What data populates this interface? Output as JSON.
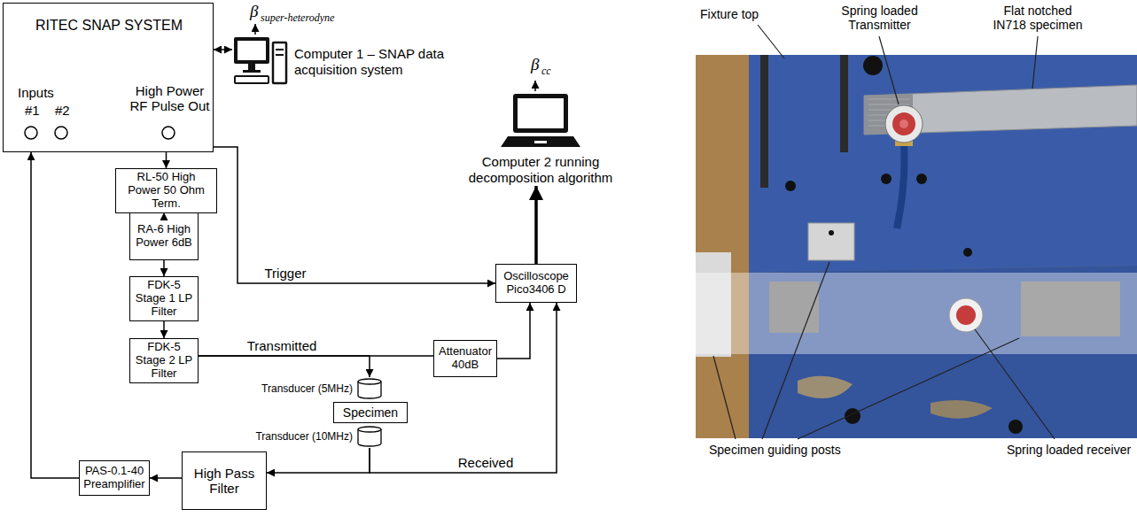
{
  "diagram": {
    "nodes": [
      {
        "text": [
          "RITEC SNAP SYSTEM",
          "Inputs",
          "#1",
          "#2",
          "High Power RF Pulse Out"
        ]
      },
      {
        "text": [
          "Computer 1 – SNAP data acquisition system"
        ]
      },
      {
        "text": [
          "RL-50 High Power 50 Ohm Term."
        ]
      },
      {
        "text": [
          "RA-6 High Power 6dB"
        ]
      },
      {
        "text": [
          "FDK-5 Stage 1 LP Filter"
        ]
      },
      {
        "text": [
          "FDK-5 Stage 2 LP Filter"
        ]
      },
      {
        "text": [
          "Computer 2 running decomposition algorithm"
        ]
      },
      {
        "text": [
          "Oscilloscope Pico3406 D"
        ]
      },
      {
        "text": [
          "Attenuator 40dB"
        ]
      },
      {
        "text": [
          "Transducer (5MHz)"
        ]
      },
      {
        "text": [
          "Specimen"
        ]
      },
      {
        "text": [
          "Transducer (10MHz)"
        ]
      },
      {
        "text": [
          "High Pass Filter"
        ]
      },
      {
        "text": [
          "PAS-0.1-40 Preamplifier"
        ]
      }
    ],
    "edges": [
      {
        "from": 0,
        "to": 1,
        "arrow": "both"
      },
      {
        "from": 0,
        "to": 2,
        "arrow": "to"
      },
      {
        "from": 2,
        "to": 3,
        "arrow": "to"
      },
      {
        "from": 3,
        "to": 4,
        "arrow": "to"
      },
      {
        "from": 4,
        "to": 5,
        "arrow": "to"
      },
      {
        "from": 0,
        "to": 7,
        "label": "Trigger",
        "arrow": "to"
      },
      {
        "from": 5,
        "to": 9,
        "label": "Transmitted",
        "arrow": "to"
      },
      {
        "from": 5,
        "to": 8,
        "arrow": "none"
      },
      {
        "from": 8,
        "to": 7,
        "arrow": "to"
      },
      {
        "from": 11,
        "to": 12,
        "arrow": "to"
      },
      {
        "from": 11,
        "to": 7,
        "label": "Received",
        "arrow": "to"
      },
      {
        "from": 12,
        "to": 13,
        "arrow": "to"
      },
      {
        "from": 13,
        "to": 0,
        "arrow": "to"
      },
      {
        "from": 7,
        "to": 6,
        "arrow": "to"
      }
    ],
    "labels": [
      "β",
      "super-heterodyne",
      "β",
      "cc",
      "Fixture top",
      "Spring loaded Transmitter",
      "Flat notched IN718 specimen",
      "Specimen guiding posts",
      "Spring loaded receiver"
    ]
  }
}
